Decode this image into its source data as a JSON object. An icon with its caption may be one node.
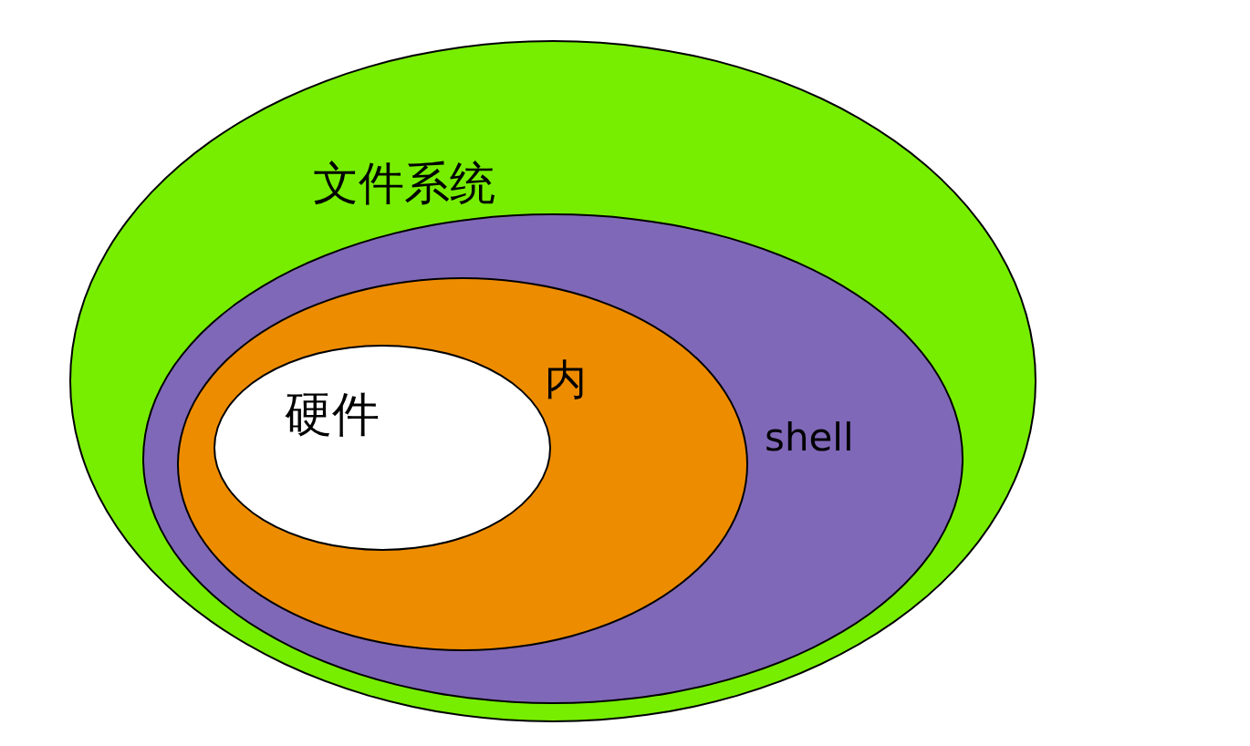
{
  "diagram": {
    "nodes": [
      {
        "text": [
          "文件系统"
        ]
      },
      {
        "text": [
          "shell"
        ],
        "in": 0
      },
      {
        "text": [
          "内"
        ],
        "in": 1
      },
      {
        "text": [
          "硬件"
        ],
        "in": 2
      }
    ]
  }
}
